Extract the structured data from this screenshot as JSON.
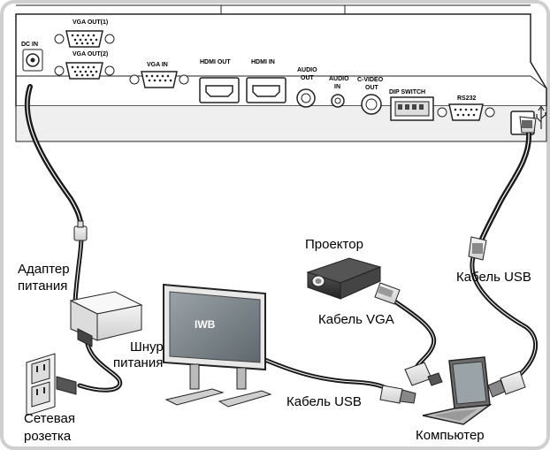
{
  "panel": {
    "port_labels": {
      "dc_in": "DC IN",
      "vga_out_1": "VGA OUT(1)",
      "vga_out_2": "VGA OUT(2)",
      "vga_in": "VGA IN",
      "hdmi_out": "HDMI OUT",
      "hdmi_in": "HDMI IN",
      "audio_out_1": "AUDIO",
      "audio_out_2": "OUT",
      "audio_in_1": "AUDIO",
      "audio_in_2": "IN",
      "cvideo_out_1": "C-VIDEO",
      "cvideo_out_2": "OUT",
      "dip_switch": "DIP SWITCH",
      "rs232": "RS232"
    }
  },
  "labels": {
    "adapter_line1": "Адаптер",
    "adapter_line2": "питания",
    "outlet_line1": "Сетевая",
    "outlet_line2": "розетка",
    "cord_line1": "Шнур",
    "cord_line2": "питания",
    "iwb": "IWB",
    "projector": "Проектор",
    "vga_cable": "Кабель VGA",
    "usb_cable_right": "Кабель USB",
    "usb_cable_bottom": "Кабель USB",
    "computer": "Компьютер"
  },
  "colors": {
    "cable": "#1a1a1a",
    "cable_highlight": "#ffffff",
    "frame": "#cfcfcf",
    "panel_face": "#ffffff",
    "panel_shadow": "#e4e4e4",
    "screen": "#7f8a90"
  }
}
